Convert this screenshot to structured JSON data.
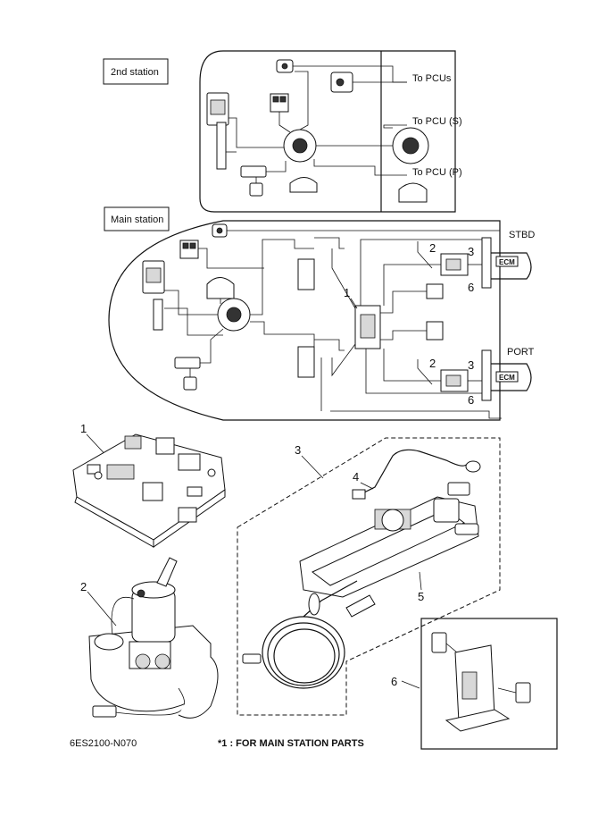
{
  "diagram": {
    "second_station": {
      "label": "2nd station",
      "to_pcus": "To PCUs",
      "to_pcu_s": "To PCU (S)",
      "to_pcu_p": "To PCU (P)"
    },
    "main_station": {
      "label": "Main station",
      "stbd": "STBD",
      "port": "PORT",
      "ecm_stbd": "ECM",
      "ecm_port": "ECM",
      "callouts": {
        "c1": "1",
        "c2_stbd": "2",
        "c3_stbd": "3",
        "c6_stbd": "6",
        "c2_port": "2",
        "c3_port": "3",
        "c6_port": "6"
      }
    },
    "parts": {
      "p1": "1",
      "p2": "2",
      "p3": "3",
      "p4": "4",
      "p5": "5",
      "p6": "6"
    },
    "footer": {
      "code": "6ES2100-N070",
      "note": "*1 : FOR MAIN STATION PARTS"
    }
  }
}
